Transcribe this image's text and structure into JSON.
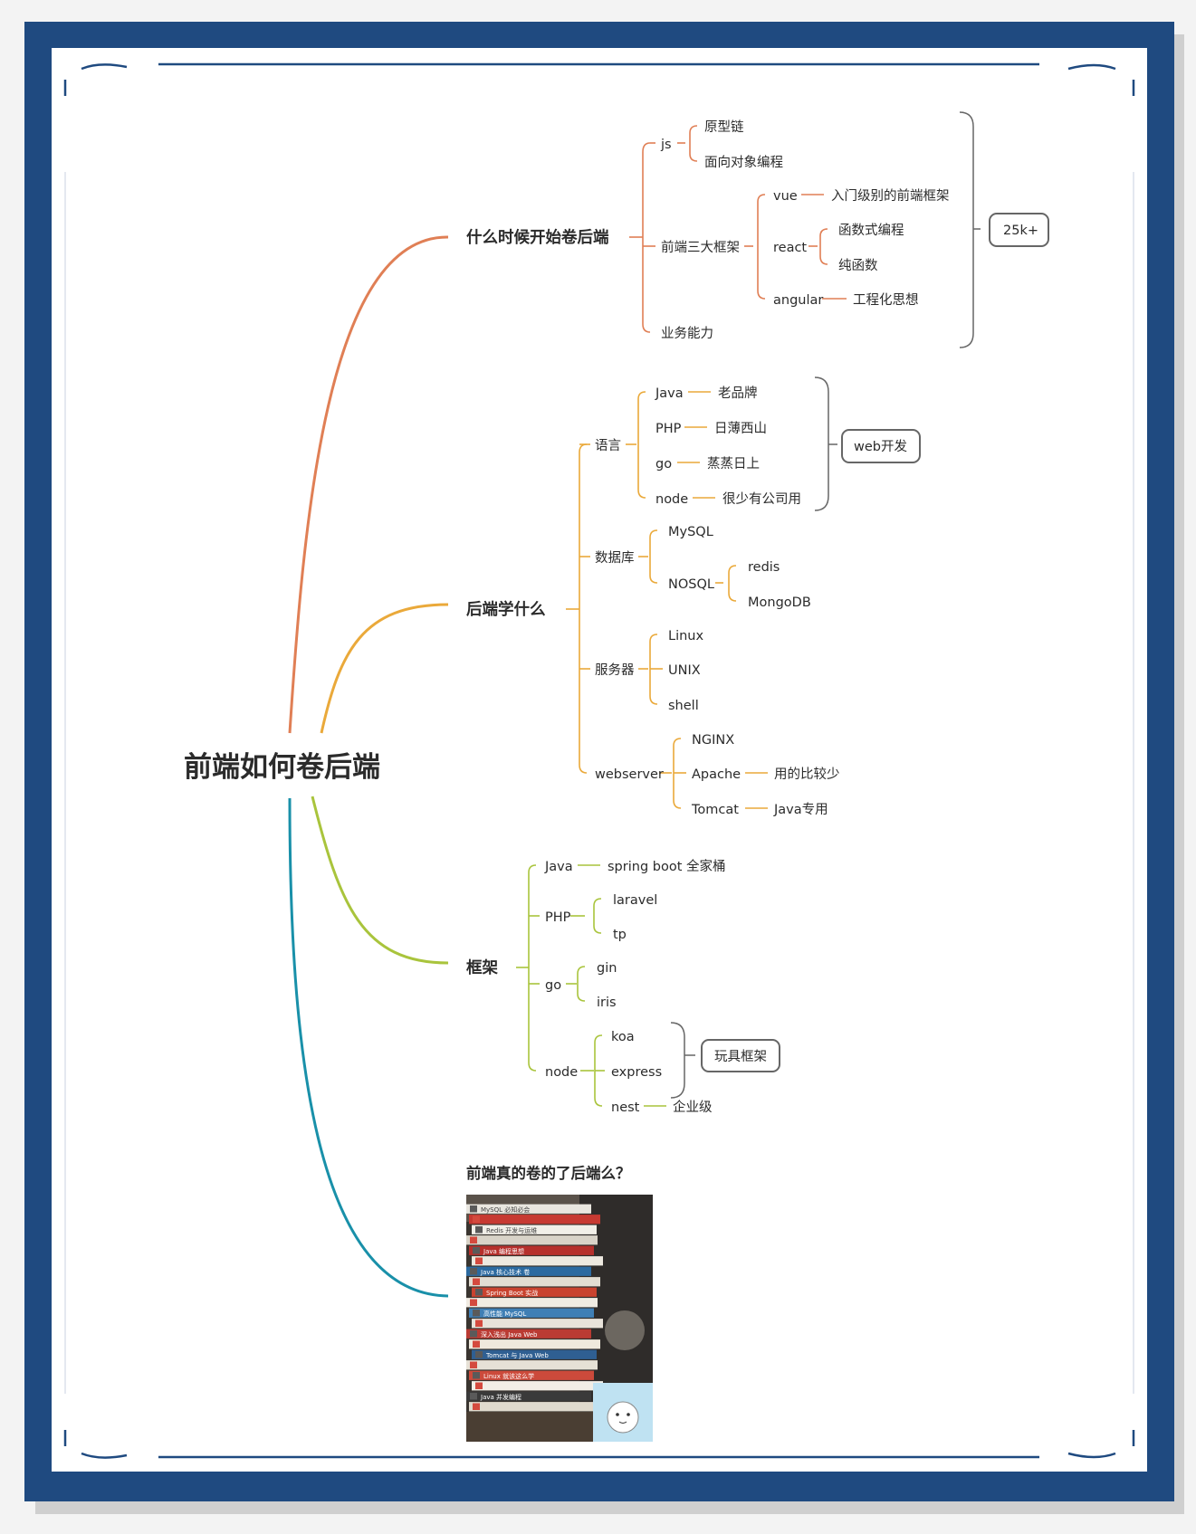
{
  "central": "前端如何卷后端",
  "branch1": {
    "title": "什么时候开始卷后端",
    "js": "js",
    "js_children": [
      "原型链",
      "面向对象编程"
    ],
    "fw": "前端三大框架",
    "vue": "vue",
    "vue_note": "入门级别的前端框架",
    "react": "react",
    "react_children": [
      "函数式编程",
      "纯函数"
    ],
    "angular": "angular",
    "angular_note": "工程化思想",
    "biz": "业务能力",
    "summary": "25k+"
  },
  "branch2": {
    "title": "后端学什么",
    "lang": "语言",
    "langs": [
      {
        "name": "Java",
        "note": "老品牌"
      },
      {
        "name": "PHP",
        "note": "日薄西山"
      },
      {
        "name": "go",
        "note": "蒸蒸日上"
      },
      {
        "name": "node",
        "note": "很少有公司用"
      }
    ],
    "lang_summary": "web开发",
    "db": "数据库",
    "mysql": "MySQL",
    "nosql": "NOSQL",
    "nosql_children": [
      "redis",
      "MongoDB"
    ],
    "server": "服务器",
    "servers": [
      "Linux",
      "UNIX",
      "shell"
    ],
    "webserver": "webserver",
    "ws": [
      {
        "name": "NGINX",
        "note": ""
      },
      {
        "name": "Apache",
        "note": "用的比较少"
      },
      {
        "name": "Tomcat",
        "note": "Java专用"
      }
    ]
  },
  "branch3": {
    "title": "框架",
    "java": "Java",
    "java_note": "spring boot 全家桶",
    "php": "PHP",
    "php_children": [
      "laravel",
      "tp"
    ],
    "go": "go",
    "go_children": [
      "gin",
      "iris"
    ],
    "node": "node",
    "node_children": [
      "koa",
      "express",
      "nest"
    ],
    "nest_note": "企业级",
    "node_summary": "玩具框架"
  },
  "branch4": {
    "title": "前端真的卷的了后端么？",
    "photo": {
      "book_titles": [
        "MySQL 必知必会",
        "Redis 开发与运维",
        "Java 编程思想",
        "Java 核心技术 卷",
        "Spring Boot 实战",
        "高性能 MySQL",
        "深入浅出 Java Web",
        "Tomcat 与 Java Web",
        "Linux 就该这么学",
        "Java 并发编程"
      ]
    }
  },
  "colors": {
    "frame": "#1f4a80",
    "b1": "#e07f55",
    "b2": "#eaa93a",
    "b3": "#a9c43c",
    "b4": "#1990a9",
    "tag_border": "#666666"
  }
}
